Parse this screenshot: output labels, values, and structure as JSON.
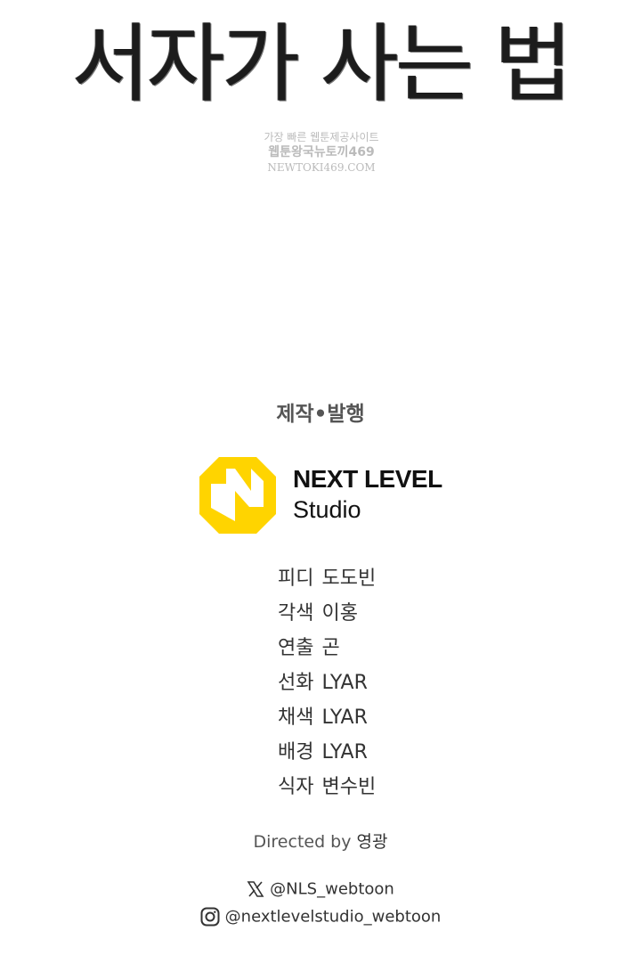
{
  "title": "서자가 사는 법",
  "watermark": {
    "line1": "가장 빠른 웹툰제공사이트",
    "line2": "웹툰왕국뉴토끼469",
    "line3": "NEWTOKI469.COM"
  },
  "publisher_heading": "제작•발행",
  "publisher": {
    "name_line1": "NEXT LEVEL",
    "name_line2": "Studio",
    "color": "#FFD400"
  },
  "credits": [
    {
      "role": "피디",
      "name": "도도빈"
    },
    {
      "role": "각색",
      "name": "이홍"
    },
    {
      "role": "연출",
      "name": "곤"
    },
    {
      "role": "선화",
      "name": "LYAR"
    },
    {
      "role": "채색",
      "name": "LYAR"
    },
    {
      "role": "배경",
      "name": "LYAR"
    },
    {
      "role": "식자",
      "name": "변수빈"
    }
  ],
  "director": {
    "label": "Directed by",
    "name": "영광"
  },
  "social": {
    "x_handle": "@NLS_webtoon",
    "instagram_handle": "@nextlevelstudio_webtoon"
  }
}
